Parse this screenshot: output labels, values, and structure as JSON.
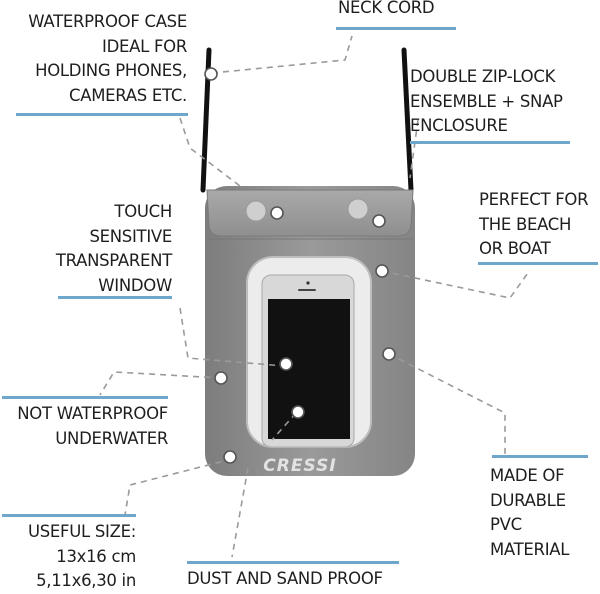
{
  "callouts": {
    "waterproof_case": {
      "lines": [
        "WATERPROOF CASE",
        "IDEAL FOR",
        "HOLDING PHONES,",
        "CAMERAS ETC."
      ]
    },
    "neck_cord": {
      "lines": [
        "NECK CORD"
      ]
    },
    "double_zip_lock": {
      "lines": [
        "DOUBLE ZIP-LOCK",
        "ENSEMBLE + SNAP",
        "ENCLOSURE"
      ]
    },
    "touch_sensitive": {
      "lines": [
        "TOUCH",
        "SENSITIVE",
        "TRANSPARENT",
        "WINDOW"
      ]
    },
    "perfect_for": {
      "lines": [
        "PERFECT FOR",
        "THE BEACH",
        "OR BOAT"
      ]
    },
    "not_waterproof": {
      "lines": [
        "NOT WATERPROOF",
        "UNDERWATER"
      ]
    },
    "made_of": {
      "lines": [
        "MADE OF",
        "DURABLE",
        "PVC",
        "MATERIAL"
      ]
    },
    "useful_size": {
      "lines": [
        "USEFUL SIZE:",
        "13x16 cm",
        "5,11x6,30 in"
      ]
    },
    "dust_sand": {
      "lines": [
        "DUST AND SAND PROOF"
      ]
    }
  },
  "product": {
    "brand_logo": "CRESSI"
  },
  "colors": {
    "rule_blue": "#6fa7cc",
    "leader_gray": "#9a9a9a",
    "case_gray": "#8a8a8a",
    "cord_black": "#111111"
  }
}
